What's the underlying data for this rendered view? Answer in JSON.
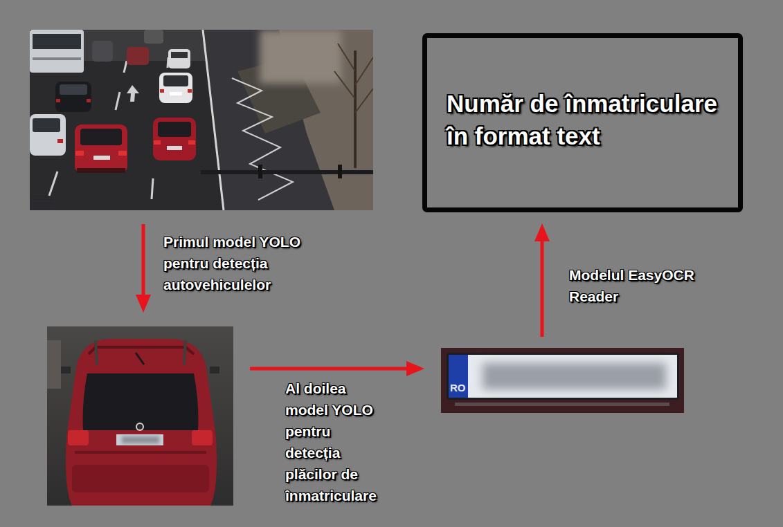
{
  "diagram": {
    "nodes": [
      {
        "text": []
      },
      {
        "text": []
      },
      {
        "text": [
          "RO"
        ]
      },
      {
        "text": [
          "Număr de înmatriculare în format text"
        ]
      }
    ],
    "edges": [
      {
        "from": 0,
        "to": 1,
        "arrow": "to",
        "label": "Primul model YOLO pentru detecția autovehiculelor"
      },
      {
        "from": 1,
        "to": 2,
        "arrow": "to",
        "label": "Al doilea model YOLO pentru detecția plăcilor de înmatriculare"
      },
      {
        "from": 2,
        "to": 3,
        "arrow": "to",
        "label": "Modelul EasyOCR Reader"
      }
    ]
  }
}
